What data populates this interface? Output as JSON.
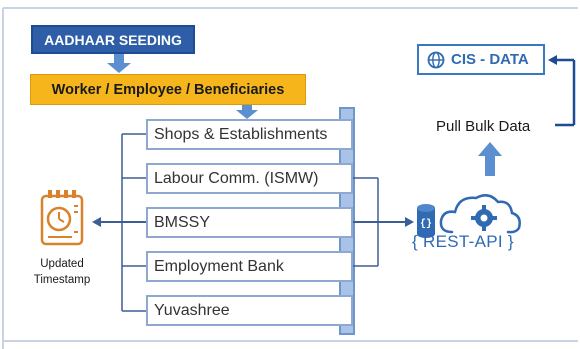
{
  "seeding": {
    "label": "AADHAAR SEEDING"
  },
  "workers": {
    "label": "Worker / Employee / Beneficiaries"
  },
  "schemes": [
    {
      "label": "Shops & Establishments"
    },
    {
      "label": "Labour Comm. (ISMW)"
    },
    {
      "label": "BMSSY"
    },
    {
      "label": "Employment Bank"
    },
    {
      "label": "Yuvashree"
    }
  ],
  "timestamp": {
    "line1": "Updated",
    "line2": "Timestamp"
  },
  "rest_api": {
    "label": "{ REST-API }"
  },
  "pull": {
    "label": "Pull Bulk Data"
  },
  "cis": {
    "label": "CIS - DATA"
  },
  "colors": {
    "blue_dark": "#2f5ea8",
    "blue": "#5b8fd0",
    "orange": "#f5b51b",
    "icon_orange": "#d9822b"
  },
  "icons": [
    "timestamp-icon",
    "database-icon",
    "cloud-gear-icon",
    "globe-icon"
  ]
}
